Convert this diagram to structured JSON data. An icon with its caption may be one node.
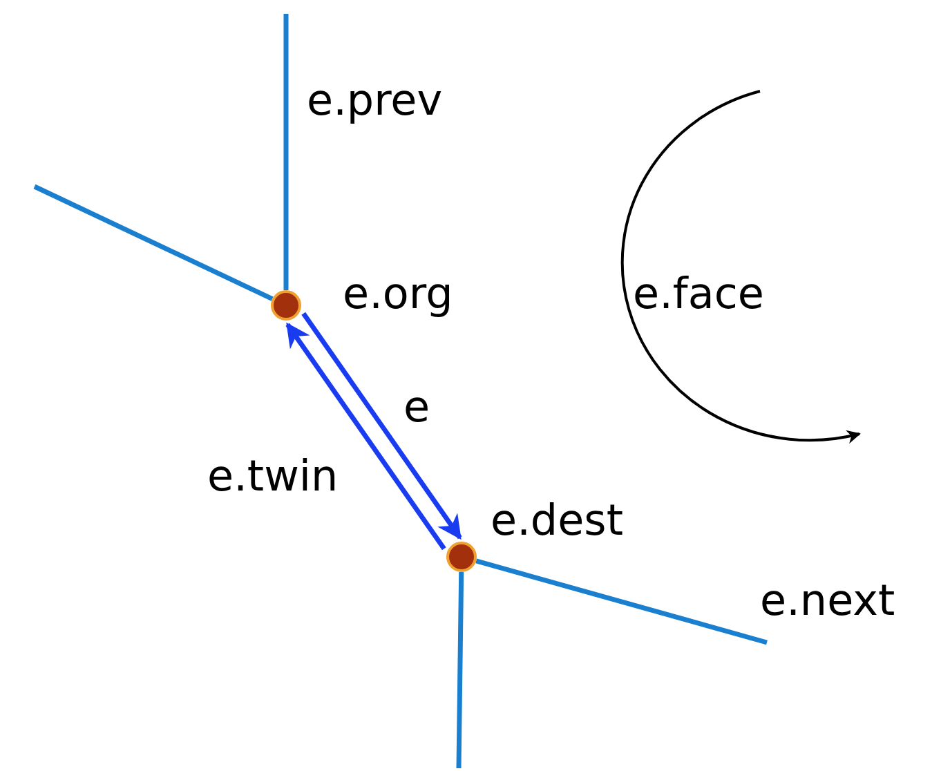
{
  "diagram": {
    "nodes": [
      {
        "text": [],
        "shape": "circle",
        "beside": [
          "e.org"
        ]
      },
      {
        "text": [],
        "shape": "circle",
        "beside": [
          "e.dest"
        ]
      }
    ],
    "edges": [
      {
        "from": 0,
        "to": 1,
        "arrow": "to",
        "label": "e",
        "color": "#1a3cf0"
      },
      {
        "from": 1,
        "to": 0,
        "arrow": "to",
        "label": "e.twin",
        "color": "#1a3cf0"
      },
      {
        "from": 0,
        "to": null,
        "arrow": "none",
        "label": "e.prev"
      },
      {
        "from": 0,
        "to": null,
        "arrow": "none"
      },
      {
        "from": 1,
        "to": null,
        "arrow": "none",
        "label": "e.next"
      },
      {
        "from": 1,
        "to": null,
        "arrow": "none"
      }
    ],
    "labels": [
      "e.face"
    ]
  }
}
